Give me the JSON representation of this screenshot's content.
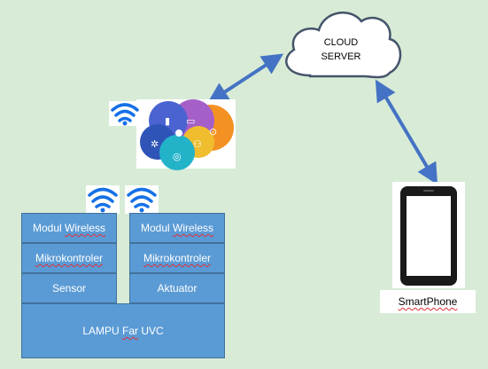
{
  "cloud": {
    "line1": "CLOUD",
    "line2": "SERVER"
  },
  "device_left": {
    "modul_wireless": "Modul Wireless",
    "mikrokontroler": "Mikrokontroler",
    "sensor": "Sensor"
  },
  "device_right": {
    "modul_wireless": "Modul Wireless",
    "mikrokontroler": "Mikrokontroler",
    "aktuator": "Aktuator"
  },
  "base_label": "LAMPU Far UVC",
  "smartphone_label": "SmartPhone",
  "colors": {
    "background": "#d7ebd6",
    "block_fill": "#5b9bd5",
    "block_border": "#41719c",
    "arrow": "#4472c4",
    "wifi": "#1570e6"
  },
  "icons": [
    "cloud-icon",
    "wifi-icon",
    "iot-circles-icon",
    "smartphone-icon"
  ]
}
